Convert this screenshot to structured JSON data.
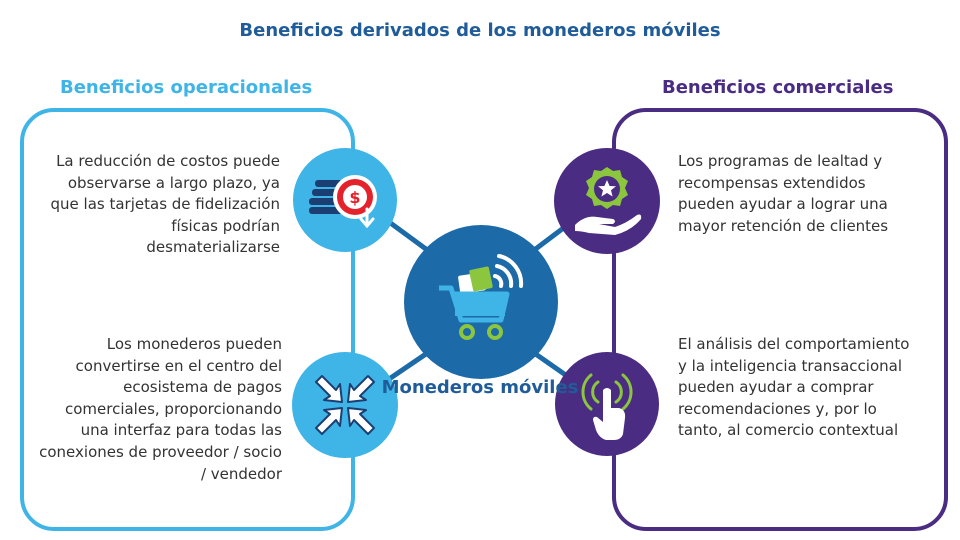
{
  "title": "Beneficios derivados de los monederos móviles",
  "left_section": {
    "title": "Beneficios operacionales",
    "items": [
      {
        "text": "La reducción de costos puede observarse a largo plazo, ya que las tarjetas de fidelización físicas podrían desmaterializarse",
        "icon": "coins-dollar-down-icon"
      },
      {
        "text": "Los monederos pueden convertirse en el centro del ecosistema de pagos comerciales, proporcionando una interfaz para todas las conexiones de proveedor / socio / vendedor",
        "icon": "arrows-converge-icon"
      }
    ]
  },
  "right_section": {
    "title": "Beneficios comerciales",
    "items": [
      {
        "text": "Los programas de lealtad y recompensas extendidos pueden ayudar a lograr una mayor retención de clientes",
        "icon": "hand-badge-star-icon"
      },
      {
        "text": "El análisis del comportamiento y la inteligencia transaccional pueden ayudar a comprar recomendaciones y, por lo tanto, al comercio contextual",
        "icon": "hand-tap-signal-icon"
      }
    ]
  },
  "center": {
    "label": "Monederos móviles",
    "icon": "shopping-cart-wireless-icon"
  },
  "colors": {
    "title": "#1f5c99",
    "operational": "#3fb4e6",
    "commercial": "#4a2c82",
    "center": "#1c6aa8",
    "text": "#333333"
  }
}
